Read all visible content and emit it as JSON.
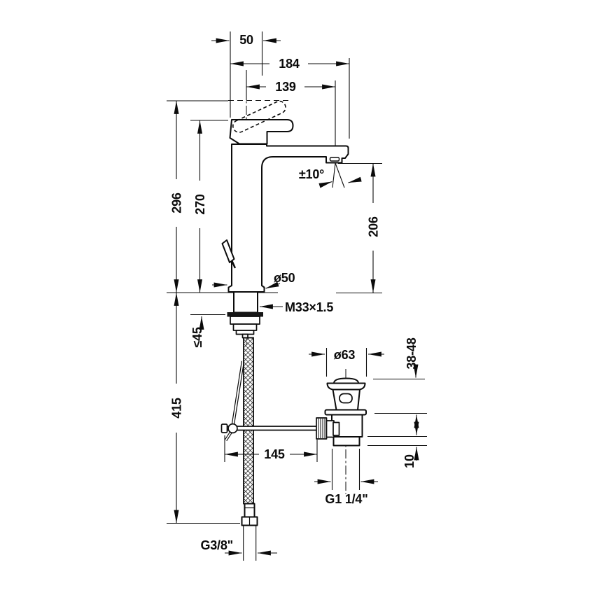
{
  "drawing": {
    "type": "technical-dimension-drawing",
    "subject": "single-lever tall basin mixer tap with pop-up waste set",
    "colors": {
      "ink": "#0b0b0b",
      "background": "#ffffff"
    }
  },
  "dims": {
    "handle_width": "50",
    "spout_overall": "184",
    "spout_reach": "139",
    "total_height": "296",
    "body_height": "270",
    "outlet_height": "206",
    "swivel_angle": "±10°",
    "base_diameter": "ø50",
    "shank_thread": "M33×1.5",
    "max_deck_thickness": "≤45",
    "hose_length": "415",
    "waste_diameter": "ø63",
    "waste_mounting_range": "38-48",
    "rod_length": "145",
    "waste_offset": "10",
    "waste_thread": "G1 1/4\"",
    "hose_thread": "G3/8\""
  }
}
